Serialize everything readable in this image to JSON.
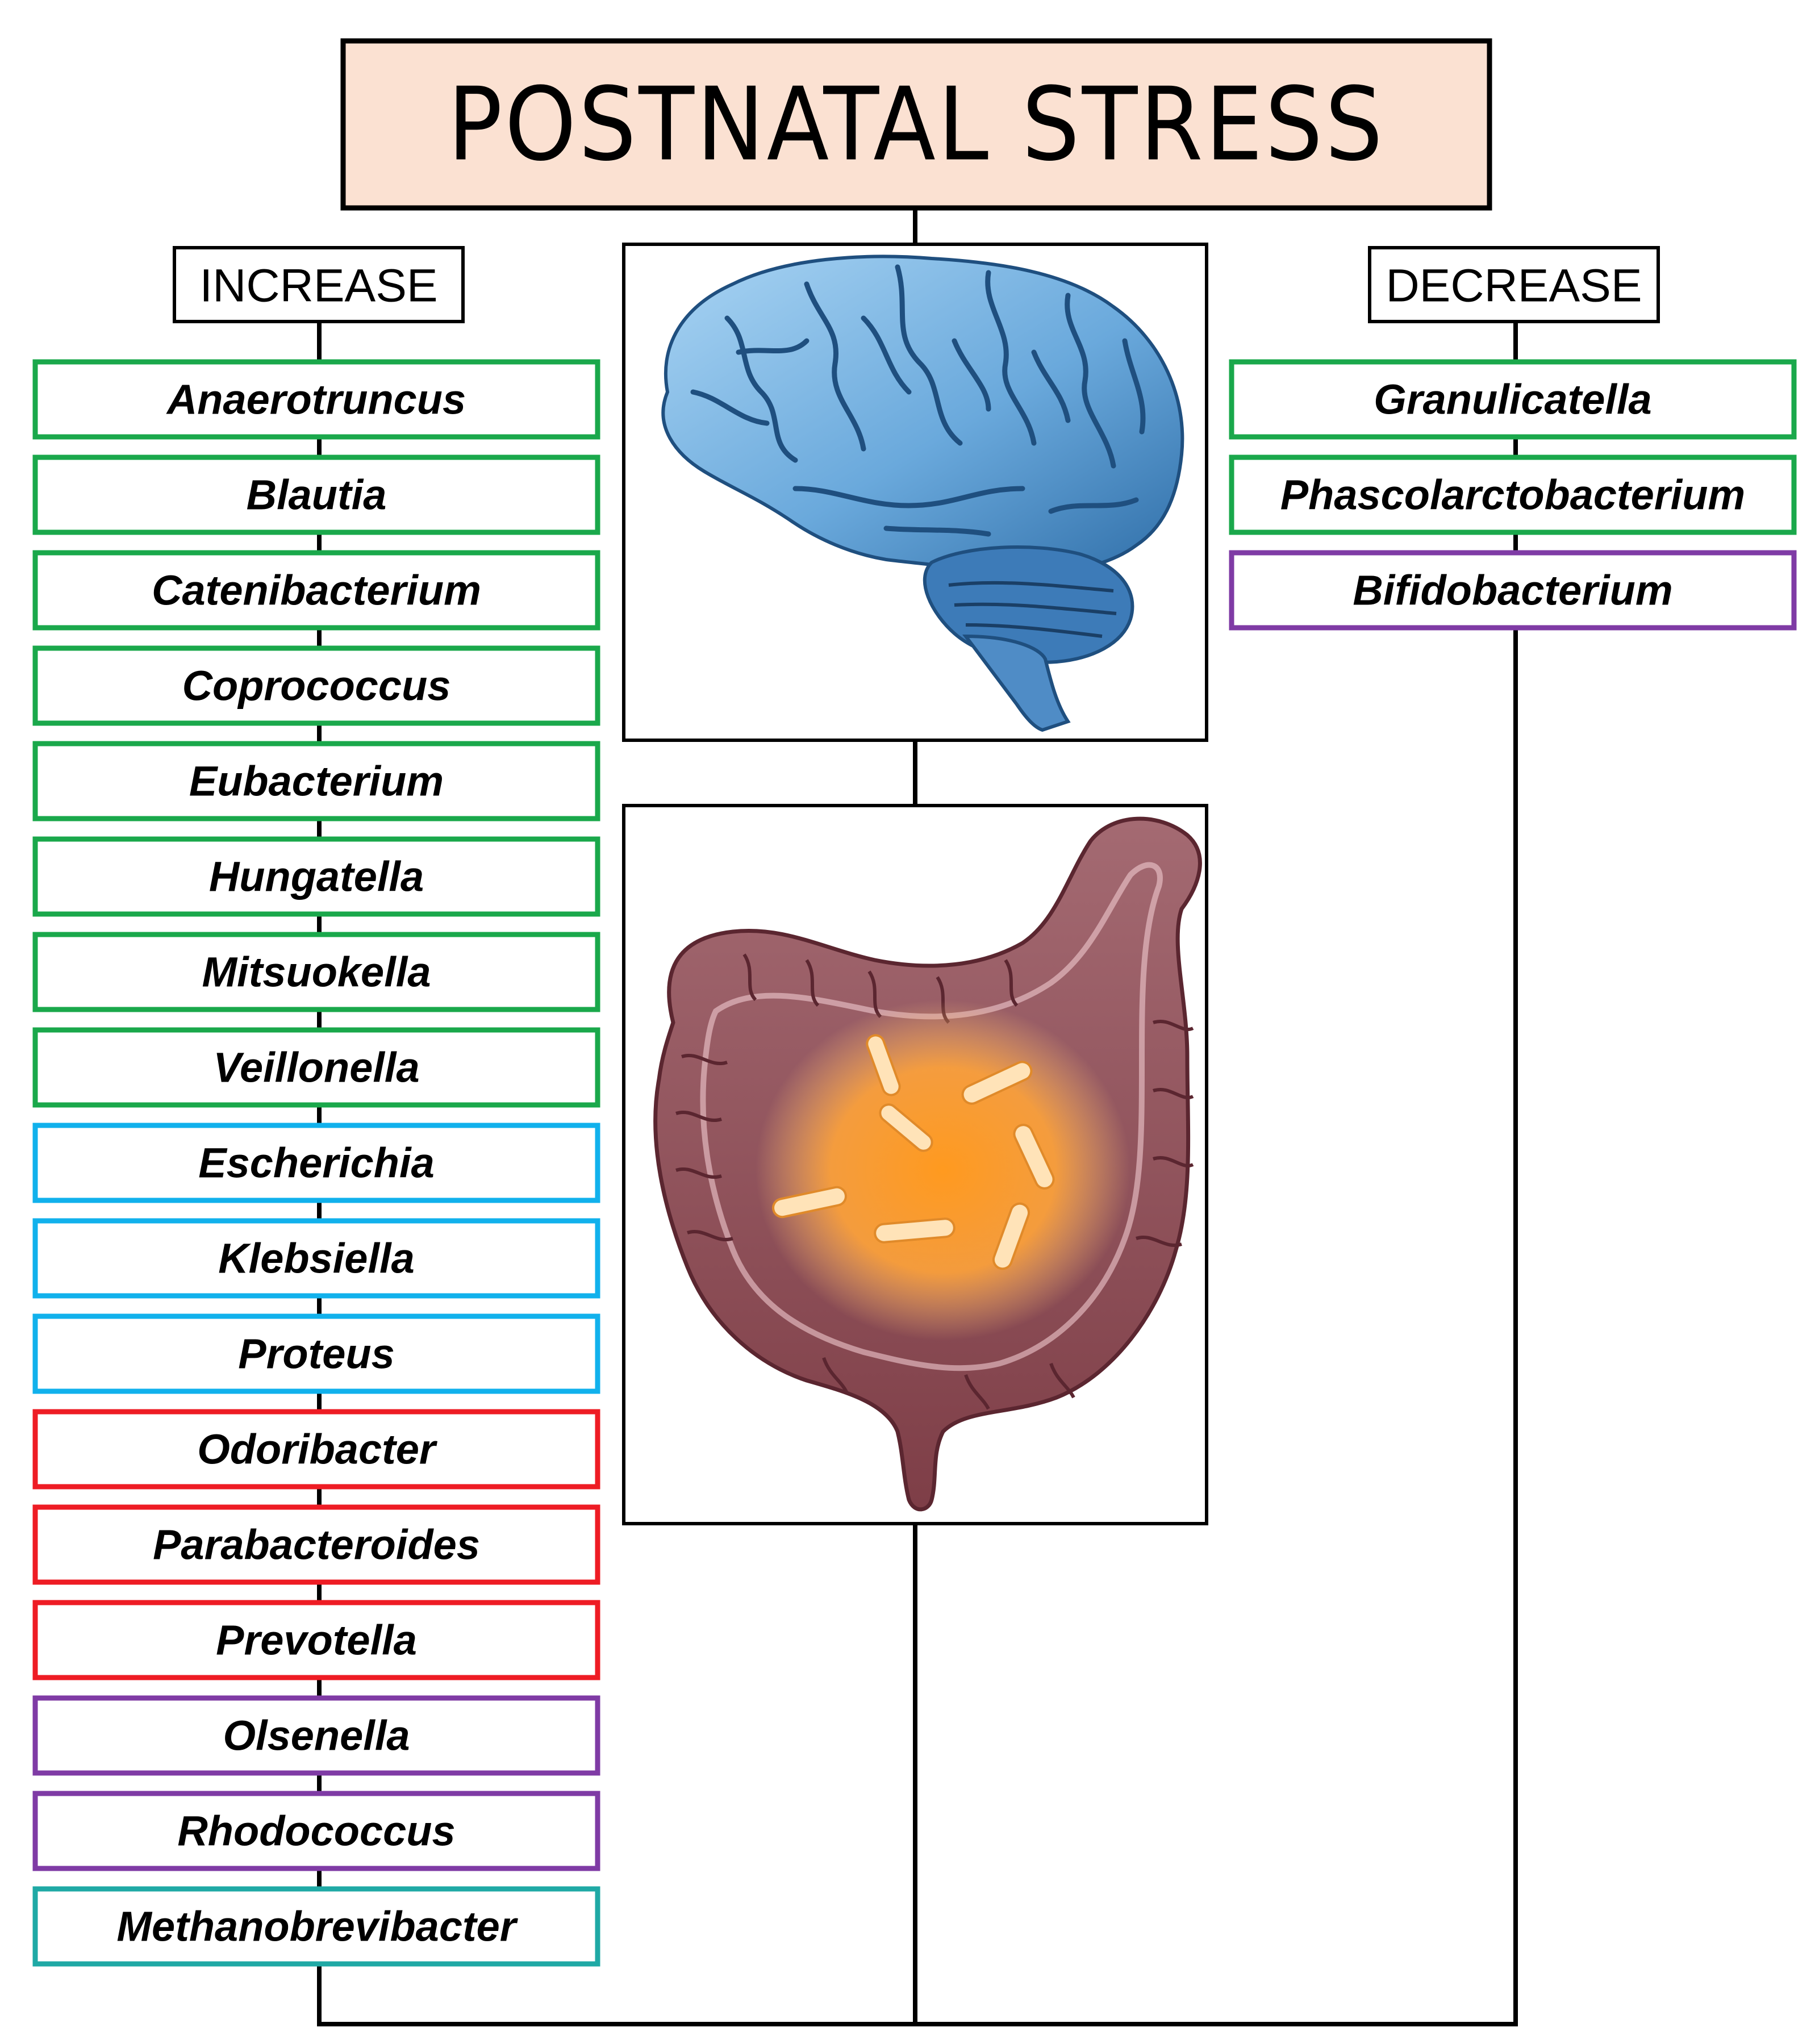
{
  "title": "POSTNATAL STRESS",
  "increase": {
    "label": "INCREASE",
    "genera": [
      {
        "name": "Anaerotruncus",
        "group": "green"
      },
      {
        "name": "Blautia",
        "group": "green"
      },
      {
        "name": "Catenibacterium",
        "group": "green"
      },
      {
        "name": "Coprococcus",
        "group": "green"
      },
      {
        "name": "Eubacterium",
        "group": "green"
      },
      {
        "name": "Hungatella",
        "group": "green"
      },
      {
        "name": "Mitsuokella",
        "group": "green"
      },
      {
        "name": "Veillonella",
        "group": "green"
      },
      {
        "name": "Escherichia",
        "group": "blue"
      },
      {
        "name": "Klebsiella",
        "group": "blue"
      },
      {
        "name": "Proteus",
        "group": "blue"
      },
      {
        "name": "Odoribacter",
        "group": "red"
      },
      {
        "name": "Parabacteroides",
        "group": "red"
      },
      {
        "name": "Prevotella",
        "group": "red"
      },
      {
        "name": "Olsenella",
        "group": "purple"
      },
      {
        "name": "Rhodococcus",
        "group": "purple"
      },
      {
        "name": "Methanobrevibacter",
        "group": "teal"
      }
    ]
  },
  "decrease": {
    "label": "DECREASE",
    "genera": [
      {
        "name": "Granulicatella",
        "group": "green"
      },
      {
        "name": "Phascolarctobacterium",
        "group": "green"
      },
      {
        "name": "Bifidobacterium",
        "group": "purple"
      }
    ]
  },
  "colors": {
    "green": "#1aa84b",
    "blue": "#11b1ec",
    "red": "#ee1c24",
    "purple": "#7f3ba5",
    "teal": "#1fa9a5",
    "title_fill": "#fbe1d2",
    "line": "#000000"
  },
  "icons": {
    "brain": "brain-icon",
    "gut": "intestine-icon"
  }
}
